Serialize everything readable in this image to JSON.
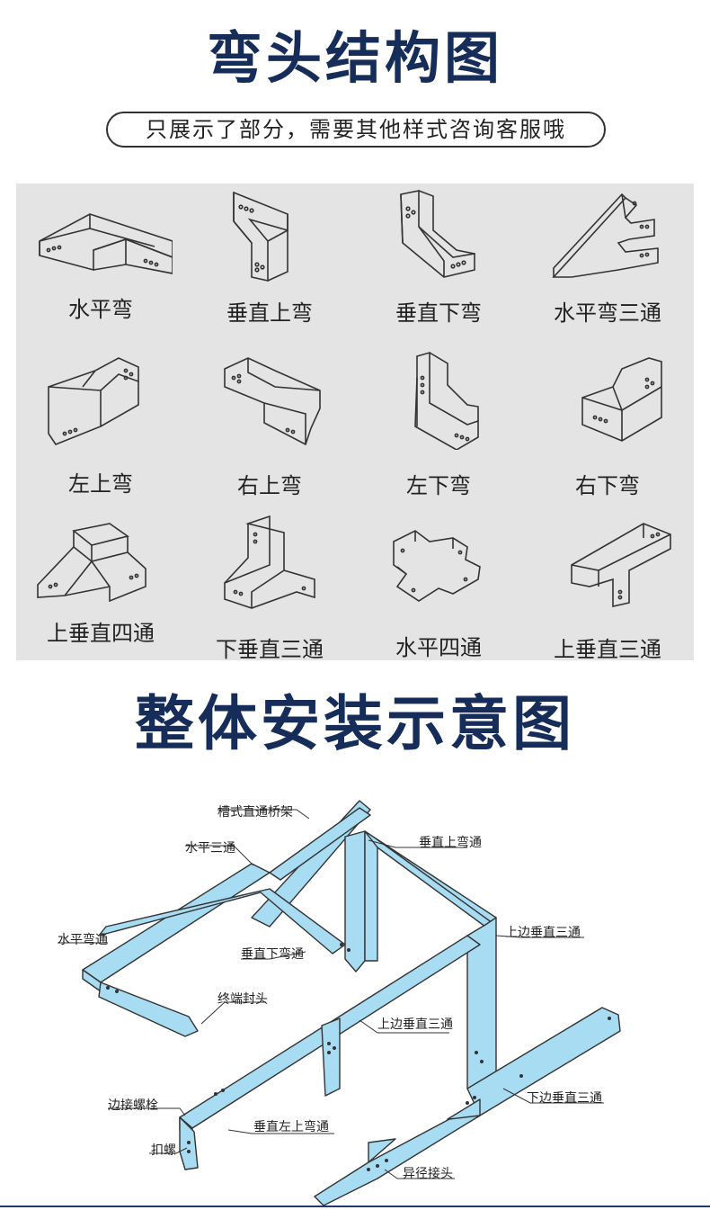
{
  "section1": {
    "title": "弯头结构图",
    "note": "只展示了部分，需要其他样式咨询客服哦"
  },
  "fittings": [
    {
      "label": "水平弯",
      "icon": "horizontal-elbow-icon"
    },
    {
      "label": "垂直上弯",
      "icon": "vertical-up-elbow-icon"
    },
    {
      "label": "垂直下弯",
      "icon": "vertical-down-elbow-icon"
    },
    {
      "label": "水平弯三通",
      "icon": "horizontal-tee-icon"
    },
    {
      "label": "左上弯",
      "icon": "left-up-elbow-icon"
    },
    {
      "label": "右上弯",
      "icon": "right-up-elbow-icon"
    },
    {
      "label": "左下弯",
      "icon": "left-down-elbow-icon"
    },
    {
      "label": "右下弯",
      "icon": "right-down-elbow-icon"
    },
    {
      "label": "上垂直四通",
      "icon": "up-vertical-cross-icon"
    },
    {
      "label": "下垂直三通",
      "icon": "down-vertical-tee-icon"
    },
    {
      "label": "水平四通",
      "icon": "horizontal-cross-icon"
    },
    {
      "label": "上垂直三通",
      "icon": "up-vertical-tee-icon"
    }
  ],
  "section2": {
    "title": "整体安装示意图"
  },
  "installation_labels": {
    "trough_tray": "槽式直通桥架",
    "horizontal_tee": "水平三通",
    "vertical_up_elbow": "垂直上弯通",
    "horizontal_elbow": "水平弯通",
    "vertical_down_elbow": "垂直下弯通",
    "upper_side_tee_1": "上边垂直三通",
    "end_cap": "终端封头",
    "upper_side_tee_2": "上边垂直三通",
    "side_bolt": "边接螺栓",
    "vertical_left_up_elbow": "垂直左上弯通",
    "lower_side_tee": "下边垂直三通",
    "buckle_nut": "扣螺",
    "reducer": "异径接头"
  },
  "colors": {
    "title": "#172d59",
    "tray_fill": "#a8dcf2",
    "tray_stroke": "#333333",
    "panel": "#e4e4e4"
  }
}
